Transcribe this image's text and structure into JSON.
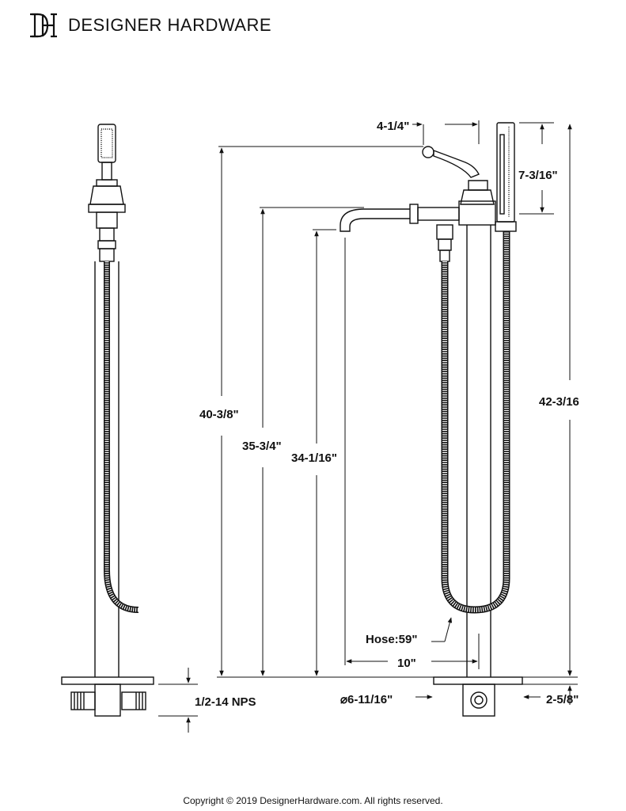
{
  "brand": {
    "name": "DESIGNER HARDWARE",
    "logo_monogram": "DH",
    "logo_icon": "dh-monogram-logo"
  },
  "dimensions": {
    "top_offset": "4-1/4\"",
    "handshower_height": "7-3/16\"",
    "overall_spout_height": "40-3/8\"",
    "spout_height": "35-3/4\"",
    "outlet_height": "34-1/16\"",
    "total_height": "42-3/16",
    "hose": "Hose:59\"",
    "spout_reach": "10\"",
    "base_diameter": "⌀6-11/16\"",
    "base_offset": "2-5/8\"",
    "inlet": "1/2-14 NPS"
  },
  "footer": {
    "copyright": "Copyright © 2019 DesignerHardware.com. All rights reserved."
  }
}
